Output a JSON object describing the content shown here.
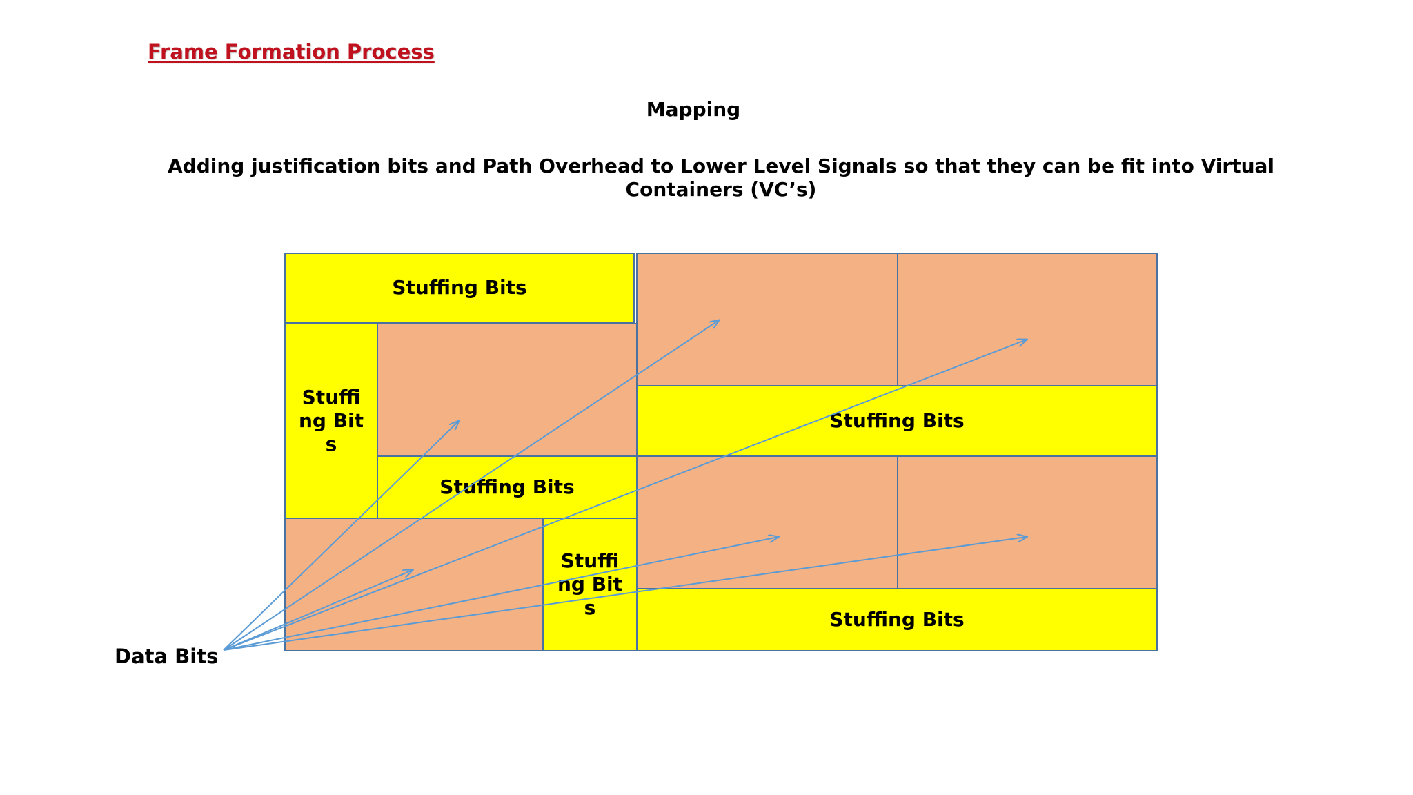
{
  "title": "Frame Formation Process",
  "subtitle": "Mapping",
  "description": "Adding justification bits and Path Overhead to Lower Level Signals so that they can be fit into Virtual Containers (VC’s)",
  "labels": {
    "stuffing": "Stuffing Bits",
    "stuffing_broken": "Stuffi ng Bits",
    "data_bits": "Data Bits"
  },
  "colors": {
    "title": "#C0111F",
    "stuffing_fill": "#FFFF00",
    "data_fill": "#F4B183",
    "border": "#4A72A0",
    "arrow": "#5B9BD5"
  }
}
